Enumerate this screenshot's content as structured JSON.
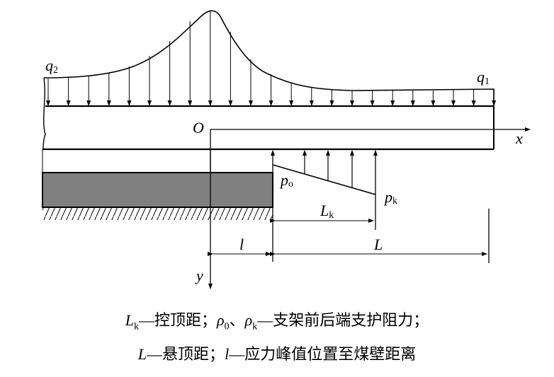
{
  "labels": {
    "q2": "q",
    "q2_sub": "2",
    "q1": "q",
    "q1_sub": "1",
    "origin": "O",
    "x_axis": "x",
    "y_axis": "y",
    "p0": "p",
    "p0_sub": "o",
    "pk": "p",
    "pk_sub": "k",
    "Lk": "L",
    "Lk_sub": "k",
    "l": "l",
    "L": "L"
  },
  "caption": {
    "line1": {
      "Lk": "L",
      "Lk_sub": "k",
      "Lk_desc": "—控顶距；",
      "p0": "ρ",
      "p0_sub": "0",
      "sep": "、",
      "pk": "ρ",
      "pk_sub": "k",
      "pk_desc": "—支架前后端支护阻力；"
    },
    "line2": {
      "L": "L",
      "L_desc": "—悬顶距；",
      "l": "l",
      "l_desc": "—应力峰值位置至煤壁距离"
    }
  },
  "colors": {
    "coal_seam": "#808080",
    "line": "#000000"
  }
}
